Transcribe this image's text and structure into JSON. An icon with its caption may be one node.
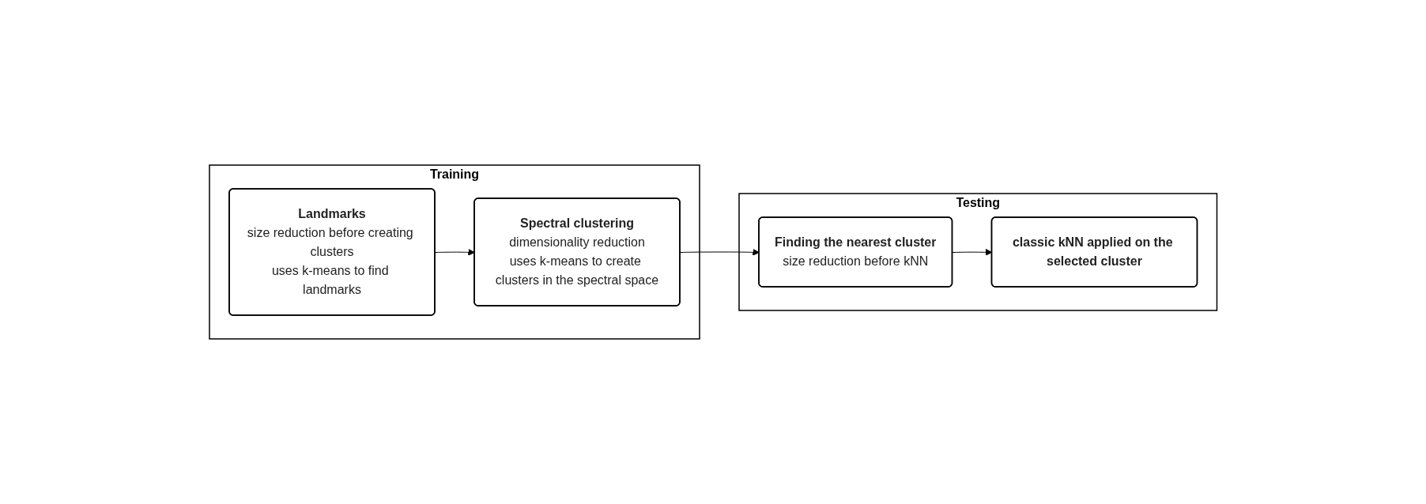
{
  "diagram": {
    "nodes": [
      {
        "text": [
          "Training"
        ]
      },
      {
        "text": [
          "Landmarks",
          "size reduction before creating clusters",
          "uses k-means to find landmarks"
        ],
        "in": 0
      },
      {
        "text": [
          "Spectral clustering",
          "dimensionality reduction",
          "uses k-means to create clusters in the spectral space"
        ],
        "in": 0
      },
      {
        "text": [
          "Testing"
        ]
      },
      {
        "text": [
          "Finding the nearest cluster",
          "size reduction before kNN"
        ],
        "in": 3
      },
      {
        "text": [
          "classic kNN applied on the selected cluster"
        ],
        "in": 3
      }
    ],
    "edges": [
      {
        "from": 1,
        "to": 2,
        "arrow": "to"
      },
      {
        "from": 2,
        "to": 4,
        "arrow": "to"
      },
      {
        "from": 4,
        "to": 5,
        "arrow": "to"
      }
    ]
  }
}
